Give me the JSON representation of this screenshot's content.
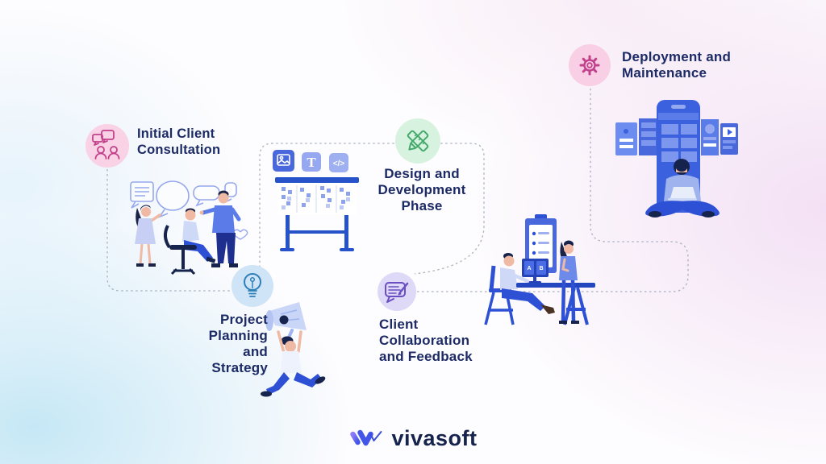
{
  "stages": [
    {
      "label": "Initial Client Consultation",
      "lines": [
        "Initial Client",
        "Consultation"
      ],
      "icon": "people-chat-icon",
      "circle_color": "#f9d2e6",
      "icon_color": "#c2418b"
    },
    {
      "label": "Project Planning and Strategy",
      "lines": [
        "Project",
        "Planning",
        "and",
        "Strategy"
      ],
      "icon": "lightbulb-icon",
      "circle_color": "#cfe4f6",
      "icon_color": "#2e7fb8"
    },
    {
      "label": "Design and Development Phase",
      "lines": [
        "Design and",
        "Development",
        "Phase"
      ],
      "icon": "design-tools-icon",
      "circle_color": "#d7f3e0",
      "icon_color": "#46a96c"
    },
    {
      "label": "Client Collaboration and Feedback",
      "lines": [
        "Client",
        "Collaboration",
        "and Feedback"
      ],
      "icon": "feedback-icon",
      "circle_color": "#ded9f7",
      "icon_color": "#6a4ec2"
    },
    {
      "label": "Deployment and Maintenance",
      "lines": [
        "Deployment and",
        "Maintenance"
      ],
      "icon": "gear-icon",
      "circle_color": "#f8cfe4",
      "icon_color": "#c2418b"
    }
  ],
  "art": {
    "whiteboard_text_tool": "T",
    "whiteboard_code_tool": "</>",
    "monitor_label_a": "A",
    "monitor_label_b": "B",
    "illustrations": [
      "team-discussion",
      "kanban-whiteboard",
      "runner-with-megaphone",
      "client-meeting-desk",
      "developer-with-devices"
    ]
  },
  "logo": {
    "name": "vivasoft"
  },
  "colors": {
    "text": "#1c2a66",
    "connector": "#a9b1c0",
    "illustration_blue": "#2d50d4",
    "illustration_dark": "#16234d",
    "background_left_tint": "#e3f2fa",
    "background_right_tint": "#f6e9f6"
  }
}
